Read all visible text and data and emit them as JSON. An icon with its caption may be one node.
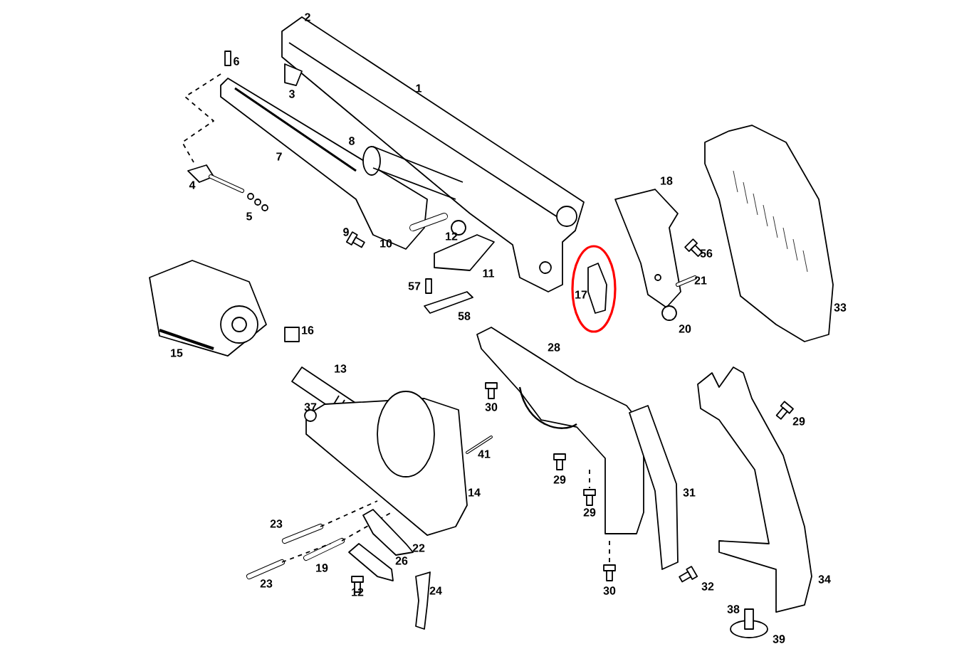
{
  "diagram": {
    "labels": [
      "2",
      "6",
      "1",
      "3",
      "8",
      "7",
      "4",
      "18",
      "5",
      "9",
      "12",
      "10",
      "56",
      "11",
      "21",
      "57",
      "17",
      "33",
      "58",
      "20",
      "16",
      "28",
      "15",
      "13",
      "30",
      "37",
      "29",
      "41",
      "29",
      "31",
      "14",
      "29",
      "23",
      "22",
      "26",
      "19",
      "34",
      "23",
      "32",
      "24",
      "30",
      "12",
      "38",
      "39"
    ]
  }
}
